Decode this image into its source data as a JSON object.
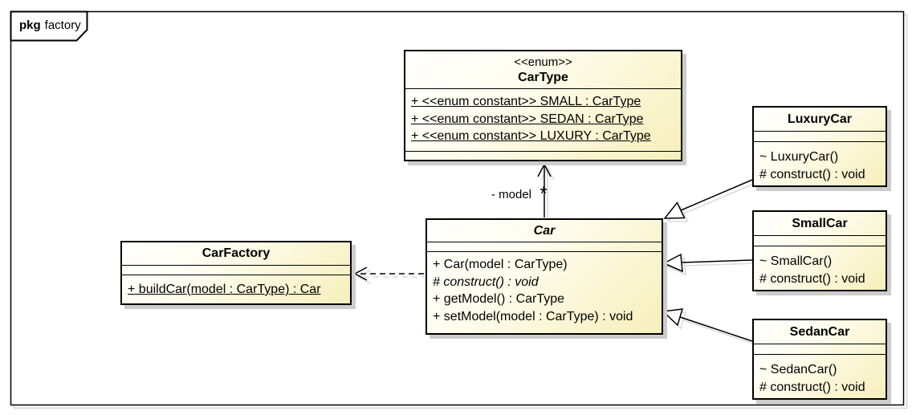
{
  "frame": {
    "tag_keyword": "pkg",
    "tag_name": "factory"
  },
  "classes": {
    "cartype": {
      "stereotype": "<<enum>>",
      "name": "CarType",
      "attributes": [
        "+ <<enum constant>> SMALL : CarType",
        "+ <<enum constant>> SEDAN : CarType",
        "+ <<enum constant>> LUXURY : CarType"
      ]
    },
    "car": {
      "name": "Car",
      "operations": [
        "+ Car(model : CarType)",
        "# construct() : void",
        "+ getModel() : CarType",
        "+ setModel(model : CarType) : void"
      ]
    },
    "carfactory": {
      "name": "CarFactory",
      "operations": [
        "+ buildCar(model : CarType) : Car"
      ]
    },
    "luxurycar": {
      "name": "LuxuryCar",
      "operations": [
        "~ LuxuryCar()",
        "# construct() : void"
      ]
    },
    "smallcar": {
      "name": "SmallCar",
      "operations": [
        "~ SmallCar()",
        "# construct() : void"
      ]
    },
    "sedancar": {
      "name": "SedanCar",
      "operations": [
        "~ SedanCar()",
        "# construct() : void"
      ]
    }
  },
  "relations": {
    "car_to_cartype": {
      "type": "directed association",
      "label": "- model",
      "multiplicity": "*"
    },
    "car_to_carfactory": {
      "type": "dependency (dashed)"
    },
    "luxurycar_to_car": {
      "type": "generalization"
    },
    "smallcar_to_car": {
      "type": "generalization"
    },
    "sedancar_to_car": {
      "type": "generalization"
    }
  },
  "colors": {
    "class_fill_light": "#FFFFFB",
    "class_fill_dark": "#F6EFBB",
    "border": "#000000",
    "shadow": "#CCCCCC",
    "background": "#FFFFFF"
  }
}
